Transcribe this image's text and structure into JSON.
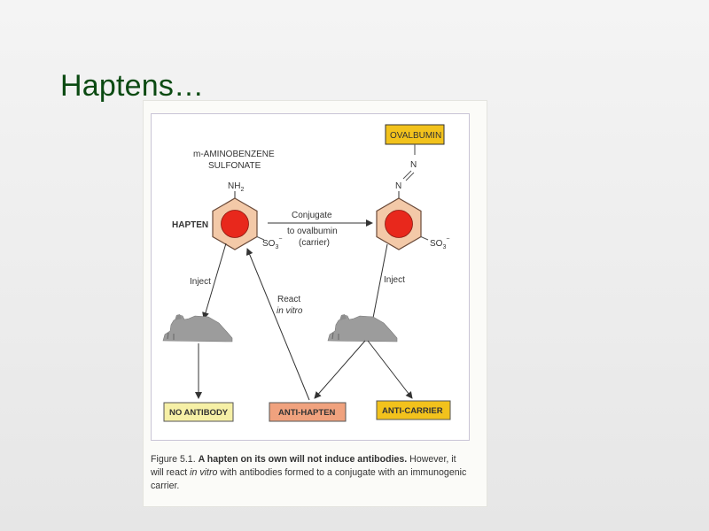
{
  "slide": {
    "title": "Haptens…"
  },
  "figure": {
    "molecule_name_line1": "m-AMINOBENZENE",
    "molecule_name_line2": "SULFONATE",
    "nh2": "NH",
    "nh2_sub": "2",
    "so3": "SO",
    "so3_sub": "3",
    "so3_sup": "−",
    "hapten_label": "HAPTEN",
    "ovalbumin_label": "OVALBUMIN",
    "azo_n1": "N",
    "azo_n2": "N",
    "conjugate_line1": "Conjugate",
    "conjugate_line2": "to ovalbumin",
    "conjugate_line3": "(carrier)",
    "inject_left": "Inject",
    "inject_right": "Inject",
    "react_line1": "React",
    "react_line2": "in vitro",
    "no_antibody": "NO ANTIBODY",
    "anti_hapten": "ANTI-HAPTEN",
    "anti_carrier": "ANTI-CARRIER"
  },
  "caption": {
    "label": "Figure 5.1.",
    "lead": "A hapten on its own will not induce antibodies.",
    "text_1": " However, it will react ",
    "in_vitro": "in vitro",
    "text_2": " with antibodies formed to a conjugate with an immunogenic carrier."
  },
  "colors": {
    "title": "#0b4a12",
    "hexagon_fill": "#f3c9a8",
    "hexagon_core": "#e8281c",
    "ovalbumin_box": "#f2c21c",
    "no_antibody_box": "#f6f0a6",
    "anti_hapten_box": "#f0a27e",
    "anti_carrier_box": "#f2c21c",
    "mouse": "#9c9c9c"
  },
  "icons": [
    "benzene-ring-icon",
    "mouse-icon",
    "arrow-icon"
  ]
}
